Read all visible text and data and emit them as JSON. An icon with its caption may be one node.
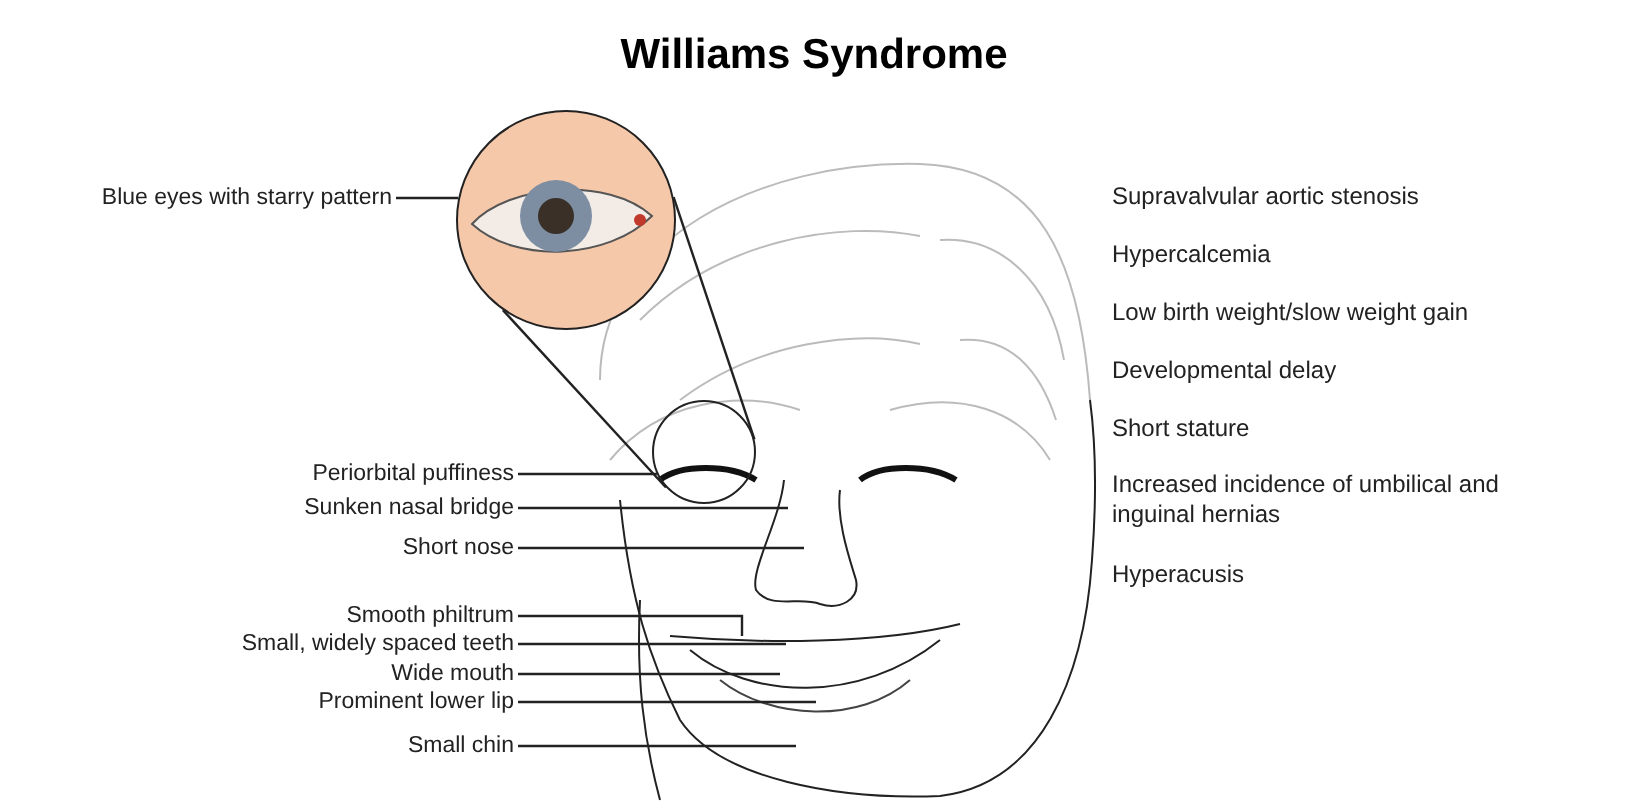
{
  "diagram": {
    "title": "Williams Syndrome",
    "nodes": [
      {
        "text": [
          "Blue eyes with starry pattern"
        ]
      },
      {
        "text": [],
        "shape": "picture"
      },
      {
        "text": [],
        "shape": "circle"
      },
      {
        "text": [
          "Periorbital puffiness"
        ]
      },
      {
        "text": [
          "Sunken nasal bridge"
        ]
      },
      {
        "text": [
          "Short nose"
        ]
      },
      {
        "text": [
          "Smooth philtrum"
        ]
      },
      {
        "text": [
          "Small, widely spaced teeth"
        ]
      },
      {
        "text": [
          "Wide mouth"
        ]
      },
      {
        "text": [
          "Prominent lower lip"
        ]
      },
      {
        "text": [
          "Small chin"
        ]
      }
    ],
    "edges": [
      {
        "from": 0,
        "to": 1,
        "arrow": "none"
      },
      {
        "from": 1,
        "to": 2,
        "arrow": "none"
      },
      {
        "from": 1,
        "to": 2,
        "arrow": "none"
      },
      {
        "from": 3,
        "to": 2,
        "arrow": "none"
      },
      {
        "from": 4,
        "to": null,
        "arrow": "none"
      },
      {
        "from": 5,
        "to": null,
        "arrow": "none"
      },
      {
        "from": 6,
        "to": null,
        "arrow": "none"
      },
      {
        "from": 7,
        "to": null,
        "arrow": "none"
      },
      {
        "from": 8,
        "to": null,
        "arrow": "none"
      },
      {
        "from": 9,
        "to": null,
        "arrow": "none"
      },
      {
        "from": 10,
        "to": null,
        "arrow": "none"
      }
    ],
    "labels": [
      "Supravalvular aortic stenosis",
      "Hypercalcemia",
      "Low birth weight/slow weight gain",
      "Developmental delay",
      "Short stature",
      "Increased incidence of umbilical and inguinal hernias",
      "Hyperacusis"
    ]
  }
}
